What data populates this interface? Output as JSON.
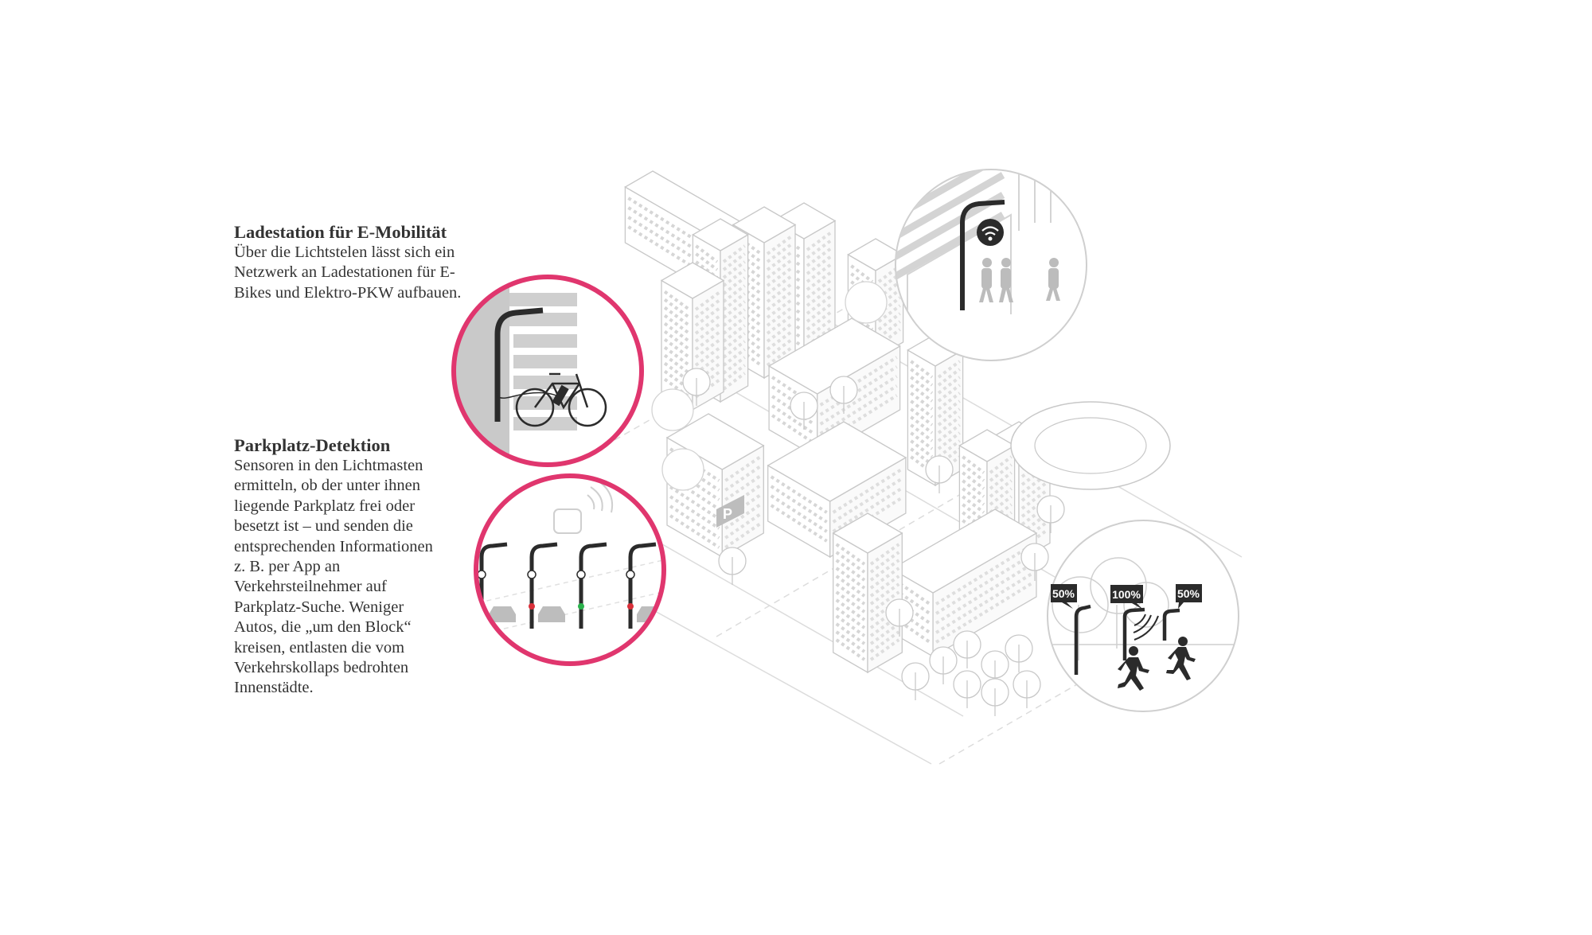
{
  "sections": [
    {
      "title": "Ladestation für E-Mobilität",
      "body": "Über die Lichtstelen lässt sich ein Netzwerk an Ladestationen für E-Bikes und Elektro-PKW aufbauen."
    },
    {
      "title": "Parkplatz-Detektion",
      "body": "Sensoren in den Lichtmasten ermitteln, ob der unter ihnen liegende Parkplatz frei oder besetzt ist – und senden die entsprechenden Informationen z. B. per App an Verkehrsteilnehmer auf Parkplatz-Suche. Weniger Autos, die „um den Block“ kreisen, entlasten die vom Verkehrskollaps bedrohten Innenstädte."
    }
  ],
  "illustration": {
    "parking_sign": "P",
    "light_levels": [
      "50%",
      "100%",
      "50%"
    ],
    "colors": {
      "highlight": "#e0366e",
      "line": "#c8c8c8",
      "dark": "#2b2b2b",
      "free": "#2bb24c",
      "occupied": "#d9303a"
    }
  }
}
